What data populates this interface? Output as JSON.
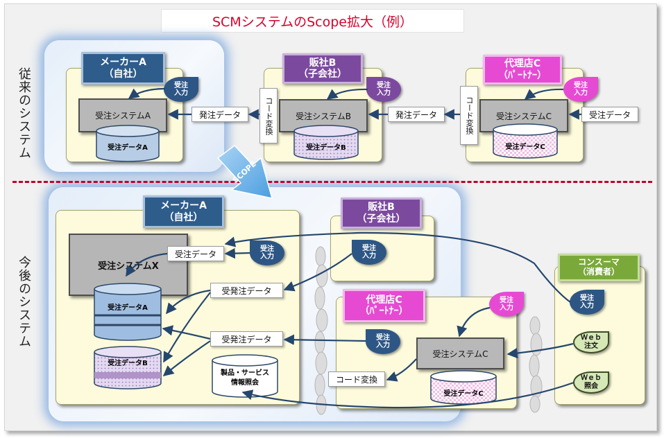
{
  "title": "SCMシステムのScope拡大（例）",
  "sections": {
    "current": "従来のシステム",
    "future": "今後のシステム"
  },
  "scope_label": "SCOPE",
  "current": {
    "maker": {
      "name": "メーカーA",
      "sub": "（自社）",
      "system": "受注システムA",
      "db": "受注データA",
      "order": [
        "受注",
        "入力"
      ]
    },
    "sales": {
      "name": "販社B",
      "sub": "（子会社）",
      "system": "受注システムB",
      "db": "受注データB",
      "order": [
        "受注",
        "入力"
      ],
      "code": "コード変換"
    },
    "agent": {
      "name": "代理店C",
      "sub": "（ﾊﾟｰﾄﾅｰ）",
      "system": "受注システムC",
      "db": "受注データC",
      "order": [
        "受注",
        "入力"
      ],
      "code": "コード変換"
    },
    "labels": {
      "a": "発注データ",
      "b": "発注データ",
      "c": "受注データ"
    }
  },
  "future": {
    "maker": {
      "name": "メーカーA",
      "sub": "（自社）",
      "system": "受注システムX",
      "db_a": "受注データA",
      "db_b": "受注データB",
      "db_p": [
        "製品・サービス",
        "情報照会"
      ]
    },
    "sales": {
      "name": "販社B",
      "sub": "（子会社）",
      "order": [
        "受注",
        "入力"
      ]
    },
    "agent": {
      "name": "代理店C",
      "sub": "（ﾊﾟｰﾄﾅｰ）",
      "system": "受注システムC",
      "db": "受注データC",
      "order": [
        "受注",
        "入力"
      ],
      "order_in": [
        "受注",
        "入力"
      ],
      "code": "コード変換"
    },
    "consumer": {
      "name": "コンスーマ",
      "sub": "（消費者）",
      "order": [
        "受注",
        "入力"
      ],
      "web_order": [
        "Ｗｅｂ",
        "注文"
      ],
      "web_query": [
        "Ｗｅｂ",
        "照会"
      ]
    },
    "maker_order": [
      "受注",
      "入力"
    ],
    "labels": {
      "order_data": "受注データ",
      "hachu1": "受発注データ",
      "hachu2": "受発注データ"
    }
  }
}
